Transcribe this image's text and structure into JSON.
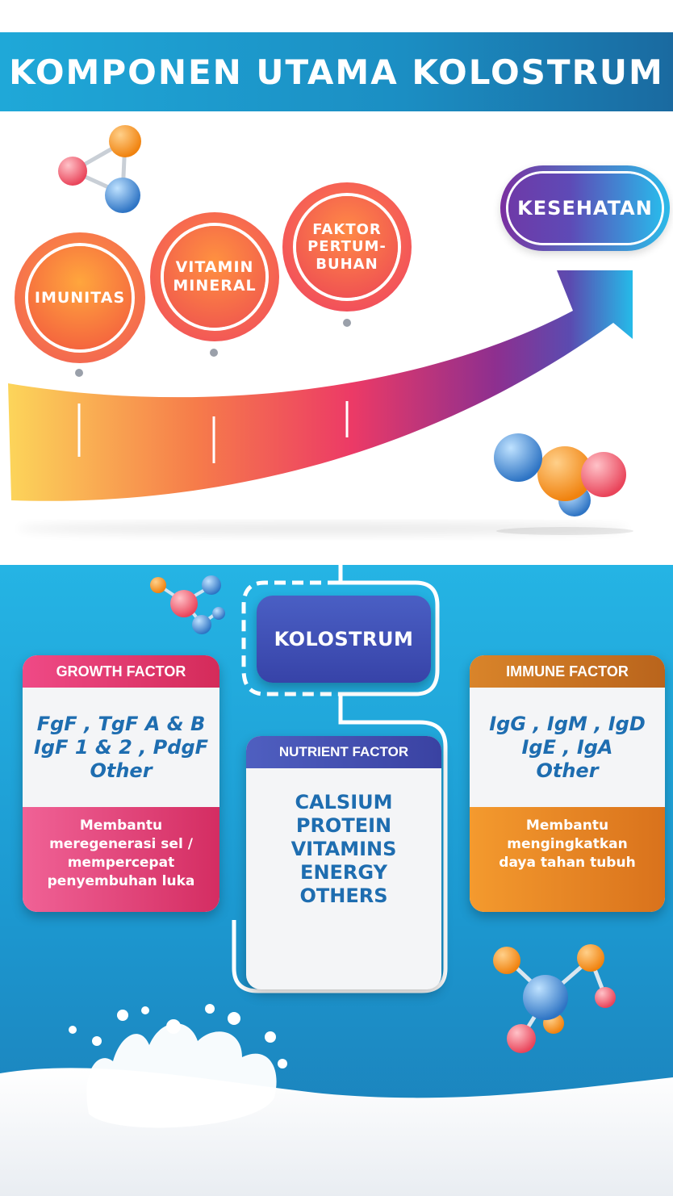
{
  "title": "KOMPONEN UTAMA KOLOSTRUM",
  "milestones": [
    {
      "label": "IMUNITAS"
    },
    {
      "label": "VITAMIN\nMINERAL"
    },
    {
      "label": "FAKTOR\nPERTUM-\nBUHAN"
    }
  ],
  "goal": "KESEHATAN",
  "center": {
    "label": "KOLOSTRUM"
  },
  "growth_factor": {
    "header": "GROWTH FACTOR",
    "lines": [
      "FgF ,  TgF  A & B",
      "IgF 1 & 2 ,   PdgF",
      "Other"
    ],
    "note": [
      "Membantu",
      "meregenerasi sel /",
      "mempercepat",
      "penyembuhan luka"
    ]
  },
  "nutrient_factor": {
    "header": "NUTRIENT FACTOR",
    "items": [
      "CALSIUM",
      "PROTEIN",
      "VITAMINS",
      "ENERGY",
      "OTHERS"
    ]
  },
  "immune_factor": {
    "header": "IMMUNE FACTOR",
    "lines": [
      "IgG ,  IgM ,  IgD",
      "IgE ,  IgA",
      "Other"
    ],
    "note": [
      "Membantu",
      "mengingkatkan",
      "daya tahan tubuh"
    ]
  },
  "colors": {
    "title_bar": "#1b8ec3",
    "arrow_start": "#fbd35c",
    "arrow_mid": "#ef3e6c",
    "arrow_end": "#22b8e8",
    "growth_accent": "#e8306e",
    "nutrient_accent": "#3b47a8",
    "immune_accent": "#ef8a22",
    "body_text": "#1e6db0"
  },
  "icons": [
    "molecule-icon",
    "milk-splash-icon"
  ]
}
